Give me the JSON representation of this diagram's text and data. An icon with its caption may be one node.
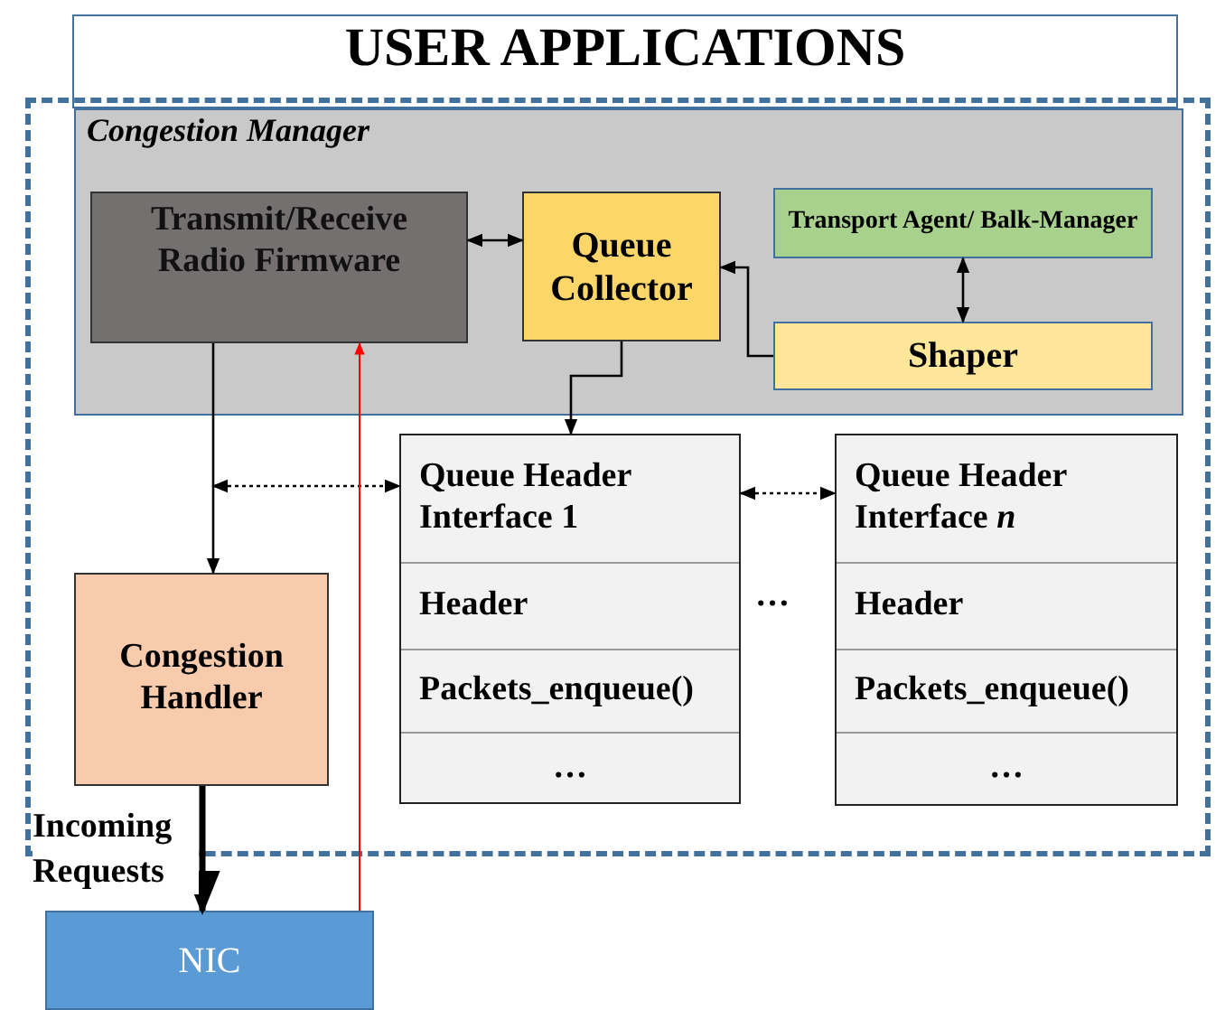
{
  "diagram": {
    "nodes": [
      {
        "text": [
          "USER APPLICATIONS"
        ]
      },
      {
        "text": [],
        "shape": "box"
      },
      {
        "text": [
          "Congestion Manager"
        ],
        "in": 1
      },
      {
        "text": [
          "Transmit/Receive Radio Firmware"
        ],
        "in": 2
      },
      {
        "text": [
          "Queue Collector"
        ],
        "in": 2
      },
      {
        "text": [
          "Transport Agent/ Balk-Manager"
        ],
        "in": 2
      },
      {
        "text": [
          "Shaper"
        ],
        "in": 2
      },
      {
        "text": [
          "Queue Header Interface 1",
          "Header",
          "Packets_enqueue()",
          "…"
        ],
        "in": 1
      },
      {
        "text": [
          "Queue Header Interface *n*",
          "Header",
          "Packets_enqueue()",
          "…"
        ],
        "in": 1
      },
      {
        "text": [
          "Congestion Handler"
        ],
        "in": 1
      },
      {
        "text": [
          "NIC"
        ]
      }
    ],
    "edges": [
      {
        "from": 3,
        "to": 4,
        "arrow": "both"
      },
      {
        "from": 5,
        "to": 6,
        "arrow": "both"
      },
      {
        "from": 6,
        "to": 4,
        "arrow": "to"
      },
      {
        "from": 4,
        "to": 7,
        "arrow": "to"
      },
      {
        "from": 3,
        "to": 9,
        "arrow": "to"
      },
      {
        "from": null,
        "to": 7,
        "arrow": "both",
        "style": "dashed"
      },
      {
        "from": 7,
        "to": 8,
        "arrow": "both",
        "style": "dashed"
      },
      {
        "from": 9,
        "to": 10,
        "arrow": "to",
        "label": "Incoming Requests",
        "style": "thick"
      },
      {
        "from": 10,
        "to": 3,
        "arrow": "to",
        "color": "#ff0000"
      }
    ],
    "labels": [
      "…"
    ]
  }
}
